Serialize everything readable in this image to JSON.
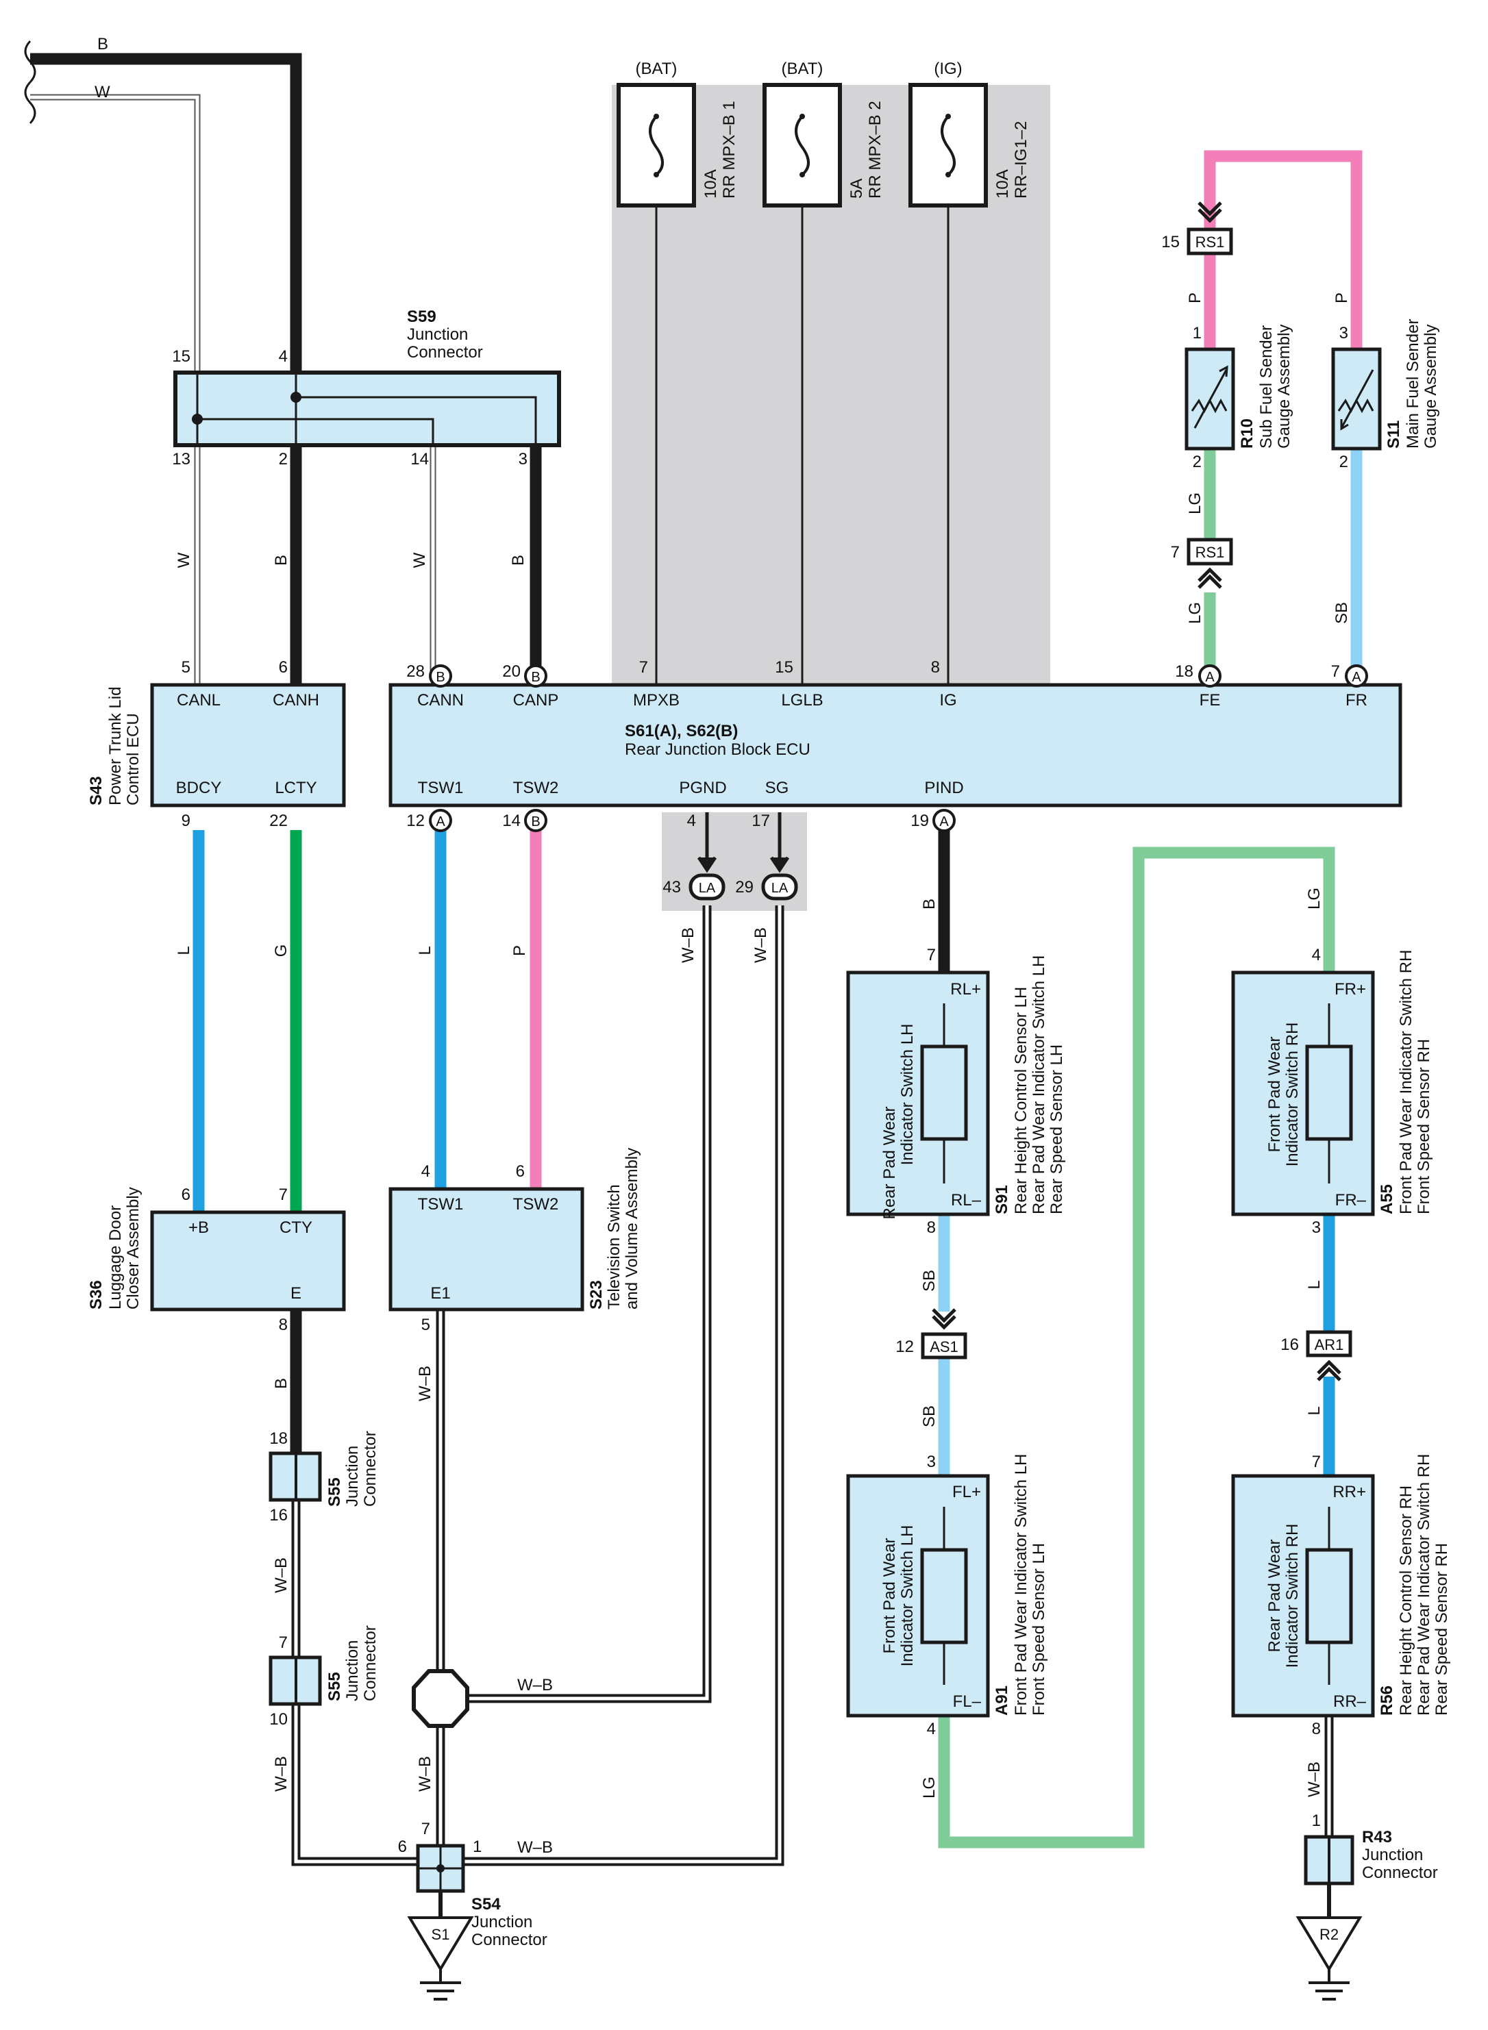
{
  "colors": {
    "B": "#1a1a1a",
    "W": "#ffffff",
    "P": "#f27fb7",
    "LG": "#7fcc99",
    "G": "#00a650",
    "L": "#1fa0e0",
    "SB": "#8ed3f5",
    "component_fill": "#cfeaf7",
    "shade": "#d4d4d6"
  },
  "top_wires": {
    "b": "B",
    "w": "W"
  },
  "fuses": [
    {
      "source": "(BAT)",
      "amp": "10A",
      "name": "RR MPX–B 1"
    },
    {
      "source": "(BAT)",
      "amp": "5A",
      "name": "RR MPX–B 2"
    },
    {
      "source": "(IG)",
      "amp": "10A",
      "name": "RR–IG1–2"
    }
  ],
  "s59": {
    "code": "S59",
    "name1": "Junction",
    "name2": "Connector",
    "p15": "15",
    "p4": "4",
    "p13": "13",
    "p2": "2",
    "p14": "14",
    "p3": "3"
  },
  "s43": {
    "code": "S43",
    "name1": "Power Trunk Lid",
    "name2": "Control ECU",
    "canl": "CANL",
    "canh": "CANH",
    "bdcy": "BDCY",
    "lcty": "LCTY",
    "p5": "5",
    "p6": "6",
    "p9": "9",
    "p22": "22"
  },
  "ecu": {
    "code": "S61(A), S62(B)",
    "name": "Rear Junction Block ECU",
    "cann": "CANN",
    "canp": "CANP",
    "mpxb": "MPXB",
    "lglb": "LGLB",
    "ig": "IG",
    "fe": "FE",
    "fr": "FR",
    "tsw1": "TSW1",
    "tsw2": "TSW2",
    "pgnd": "PGND",
    "sg": "SG",
    "pind": "PIND",
    "p28": "28",
    "p20": "20",
    "p7": "7",
    "p15": "15",
    "p8": "8",
    "p18": "18",
    "p7b": "7",
    "p12": "12",
    "p14": "14",
    "p4": "4",
    "p17": "17",
    "p19": "19",
    "conn_a": "A",
    "conn_b": "B"
  },
  "la": {
    "code": "LA",
    "p43": "43",
    "p29": "29"
  },
  "rs1": {
    "code": "RS1",
    "p15": "15",
    "p7": "7"
  },
  "r10": {
    "code": "R10",
    "name1": "Sub Fuel Sender",
    "name2": "Gauge Assembly",
    "p1": "1",
    "p2": "2"
  },
  "s11": {
    "code": "S11",
    "name1": "Main Fuel Sender",
    "name2": "Gauge Assembly",
    "p3": "3",
    "p2": "2"
  },
  "s36": {
    "code": "S36",
    "name1": "Luggage Door",
    "name2": "Closer Assembly",
    "pb": "+B",
    "cty": "CTY",
    "e": "E",
    "p6": "6",
    "p7": "7",
    "p8": "8"
  },
  "s23": {
    "code": "S23",
    "name1": "Television Switch",
    "name2": "and Volume Assembly",
    "tsw1": "TSW1",
    "tsw2": "TSW2",
    "e1": "E1",
    "p4": "4",
    "p6": "6",
    "p5": "5"
  },
  "s55a": {
    "code": "S55",
    "name1": "Junction",
    "name2": "Connector",
    "p18": "18",
    "p16": "16"
  },
  "s55b": {
    "code": "S55",
    "name1": "Junction",
    "name2": "Connector",
    "p7": "7",
    "p10": "10"
  },
  "s54": {
    "code": "S54",
    "name1": "Junction",
    "name2": "Connector",
    "p7": "7",
    "p6": "6",
    "p1": "1"
  },
  "s91": {
    "code": "S91",
    "line1": "Rear Height Control Sensor LH",
    "line2": "Rear Pad Wear Indicator Switch LH",
    "line3": "Rear Speed Sensor LH",
    "inner1": "Rear Pad Wear",
    "inner2": "Indicator Switch LH",
    "rlp": "RL+",
    "rlm": "RL–",
    "p7": "7",
    "p8": "8"
  },
  "as1": {
    "code": "AS1",
    "p12": "12"
  },
  "a91": {
    "code": "A91",
    "line1": "Front Pad Wear Indicator Switch LH",
    "line2": "Front Speed Sensor LH",
    "inner1": "Front Pad Wear",
    "inner2": "Indicator Switch LH",
    "flp": "FL+",
    "flm": "FL–",
    "p3": "3",
    "p4": "4"
  },
  "a55": {
    "code": "A55",
    "line1": "Front Pad Wear Indicator Switch RH",
    "line2": "Front Speed Sensor RH",
    "inner1": "Front Pad Wear",
    "inner2": "Indicator Switch RH",
    "frp": "FR+",
    "frm": "FR–",
    "p4": "4",
    "p3": "3"
  },
  "ar1": {
    "code": "AR1",
    "p16": "16"
  },
  "r56": {
    "code": "R56",
    "line1": "Rear Height Control Sensor RH",
    "line2": "Rear Pad Wear Indicator Switch RH",
    "line3": "Rear Speed Sensor RH",
    "inner1": "Rear Pad Wear",
    "inner2": "Indicator Switch RH",
    "rrp": "RR+",
    "rrm": "RR–",
    "p7": "7",
    "p8": "8"
  },
  "r43": {
    "code": "R43",
    "name1": "Junction",
    "name2": "Connector",
    "p1": "1"
  },
  "grounds": {
    "s1": "S1",
    "r2": "R2"
  },
  "wire_labels": {
    "w": "W",
    "b": "B",
    "p": "P",
    "lg": "LG",
    "sb": "SB",
    "l": "L",
    "g": "G",
    "wb": "W–B"
  }
}
